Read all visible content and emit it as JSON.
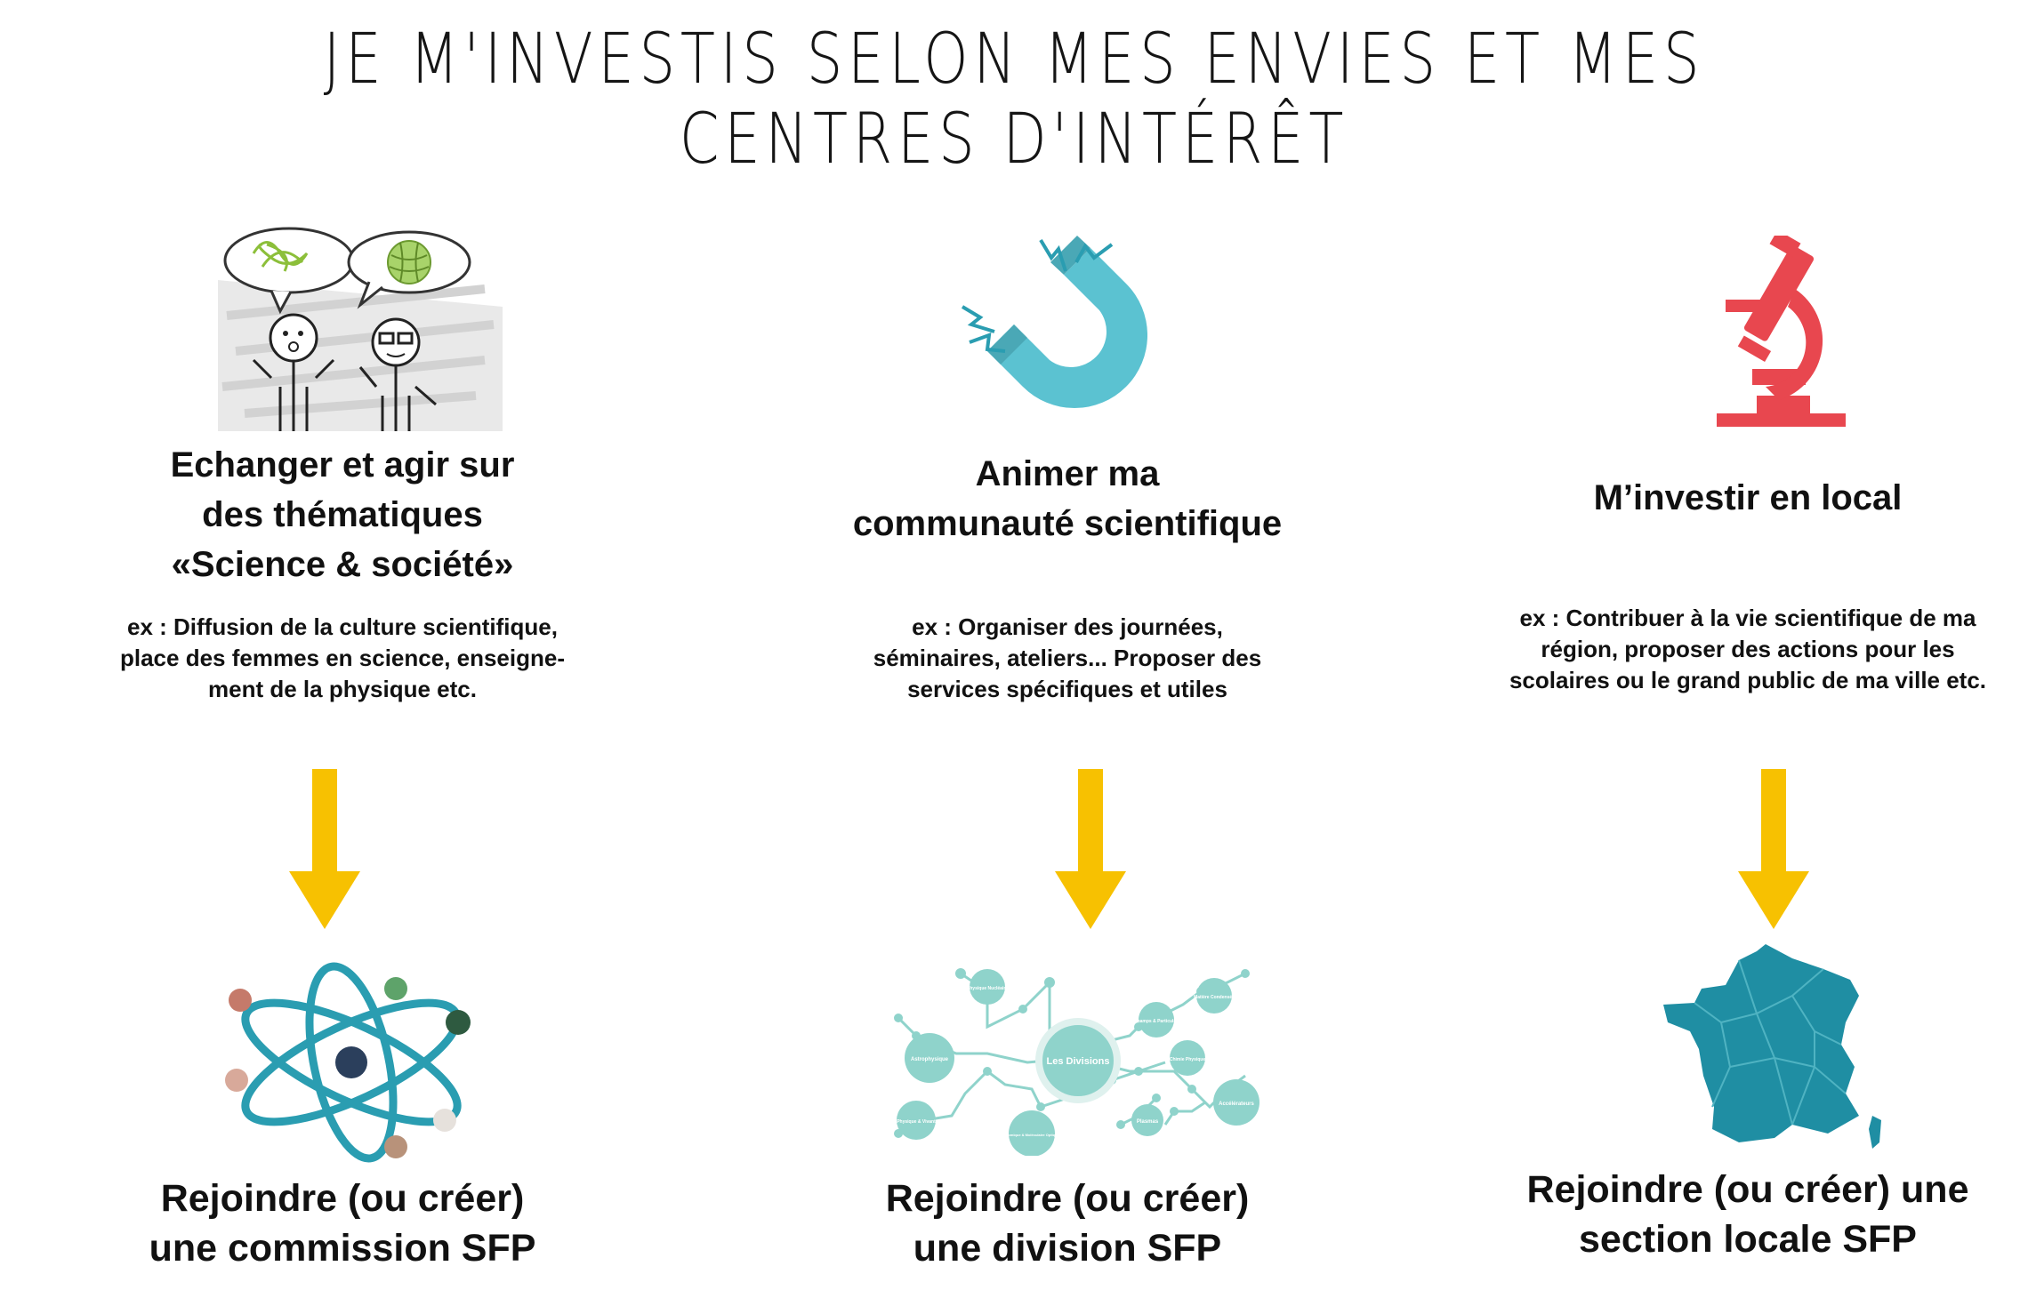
{
  "title": "Je m'investis selon mes envies et mes centres d'intérêt",
  "colors": {
    "arrow": "#f7c101",
    "magnet": "#5bc2d1",
    "microscope": "#e8474f",
    "atom": "#2a9db1",
    "network": "#8fd3cb",
    "map": "#1f8ea3"
  },
  "columns": [
    {
      "icon": "people-talking-icon",
      "heading": [
        "Echanger et agir sur",
        "des thématiques",
        "«Science & société»"
      ],
      "example": [
        "ex : Diffusion de la culture scientifique,",
        "place des femmes en science, enseigne-",
        "ment de la physique etc."
      ],
      "image": "atom-icon",
      "join": [
        "Rejoindre (ou créer)",
        "une commission SFP"
      ]
    },
    {
      "icon": "magnet-icon",
      "heading": [
        "Animer ma",
        "communauté scientifique"
      ],
      "example": [
        "ex : Organiser des journées,",
        "séminaires, ateliers... Proposer des",
        "services spécifiques et utiles"
      ],
      "image": "divisions-network-icon",
      "network_labels": {
        "center": "Les Divisions",
        "astrophysique": "Astrophysique",
        "nucleaire": "Physique Nucléaire",
        "champs": "Champs & Particules",
        "matiere": "Matière Condensée",
        "chimie": "Chimie Physique",
        "accelerateurs": "Accélérateurs",
        "plasmas": "Plasmas",
        "atomique": "Atomique & Moléculaire Optique",
        "vivant": "Physique & Vivant"
      },
      "join": [
        "Rejoindre (ou créer)",
        "une division SFP"
      ]
    },
    {
      "icon": "microscope-icon",
      "heading": [
        "M’investir en local"
      ],
      "example": [
        "ex : Contribuer à la vie scientifique de ma",
        "région, proposer des actions pour les",
        "scolaires ou le grand public de ma ville etc."
      ],
      "image": "france-map-icon",
      "join": [
        "Rejoindre (ou créer) une",
        "section locale SFP"
      ]
    }
  ]
}
